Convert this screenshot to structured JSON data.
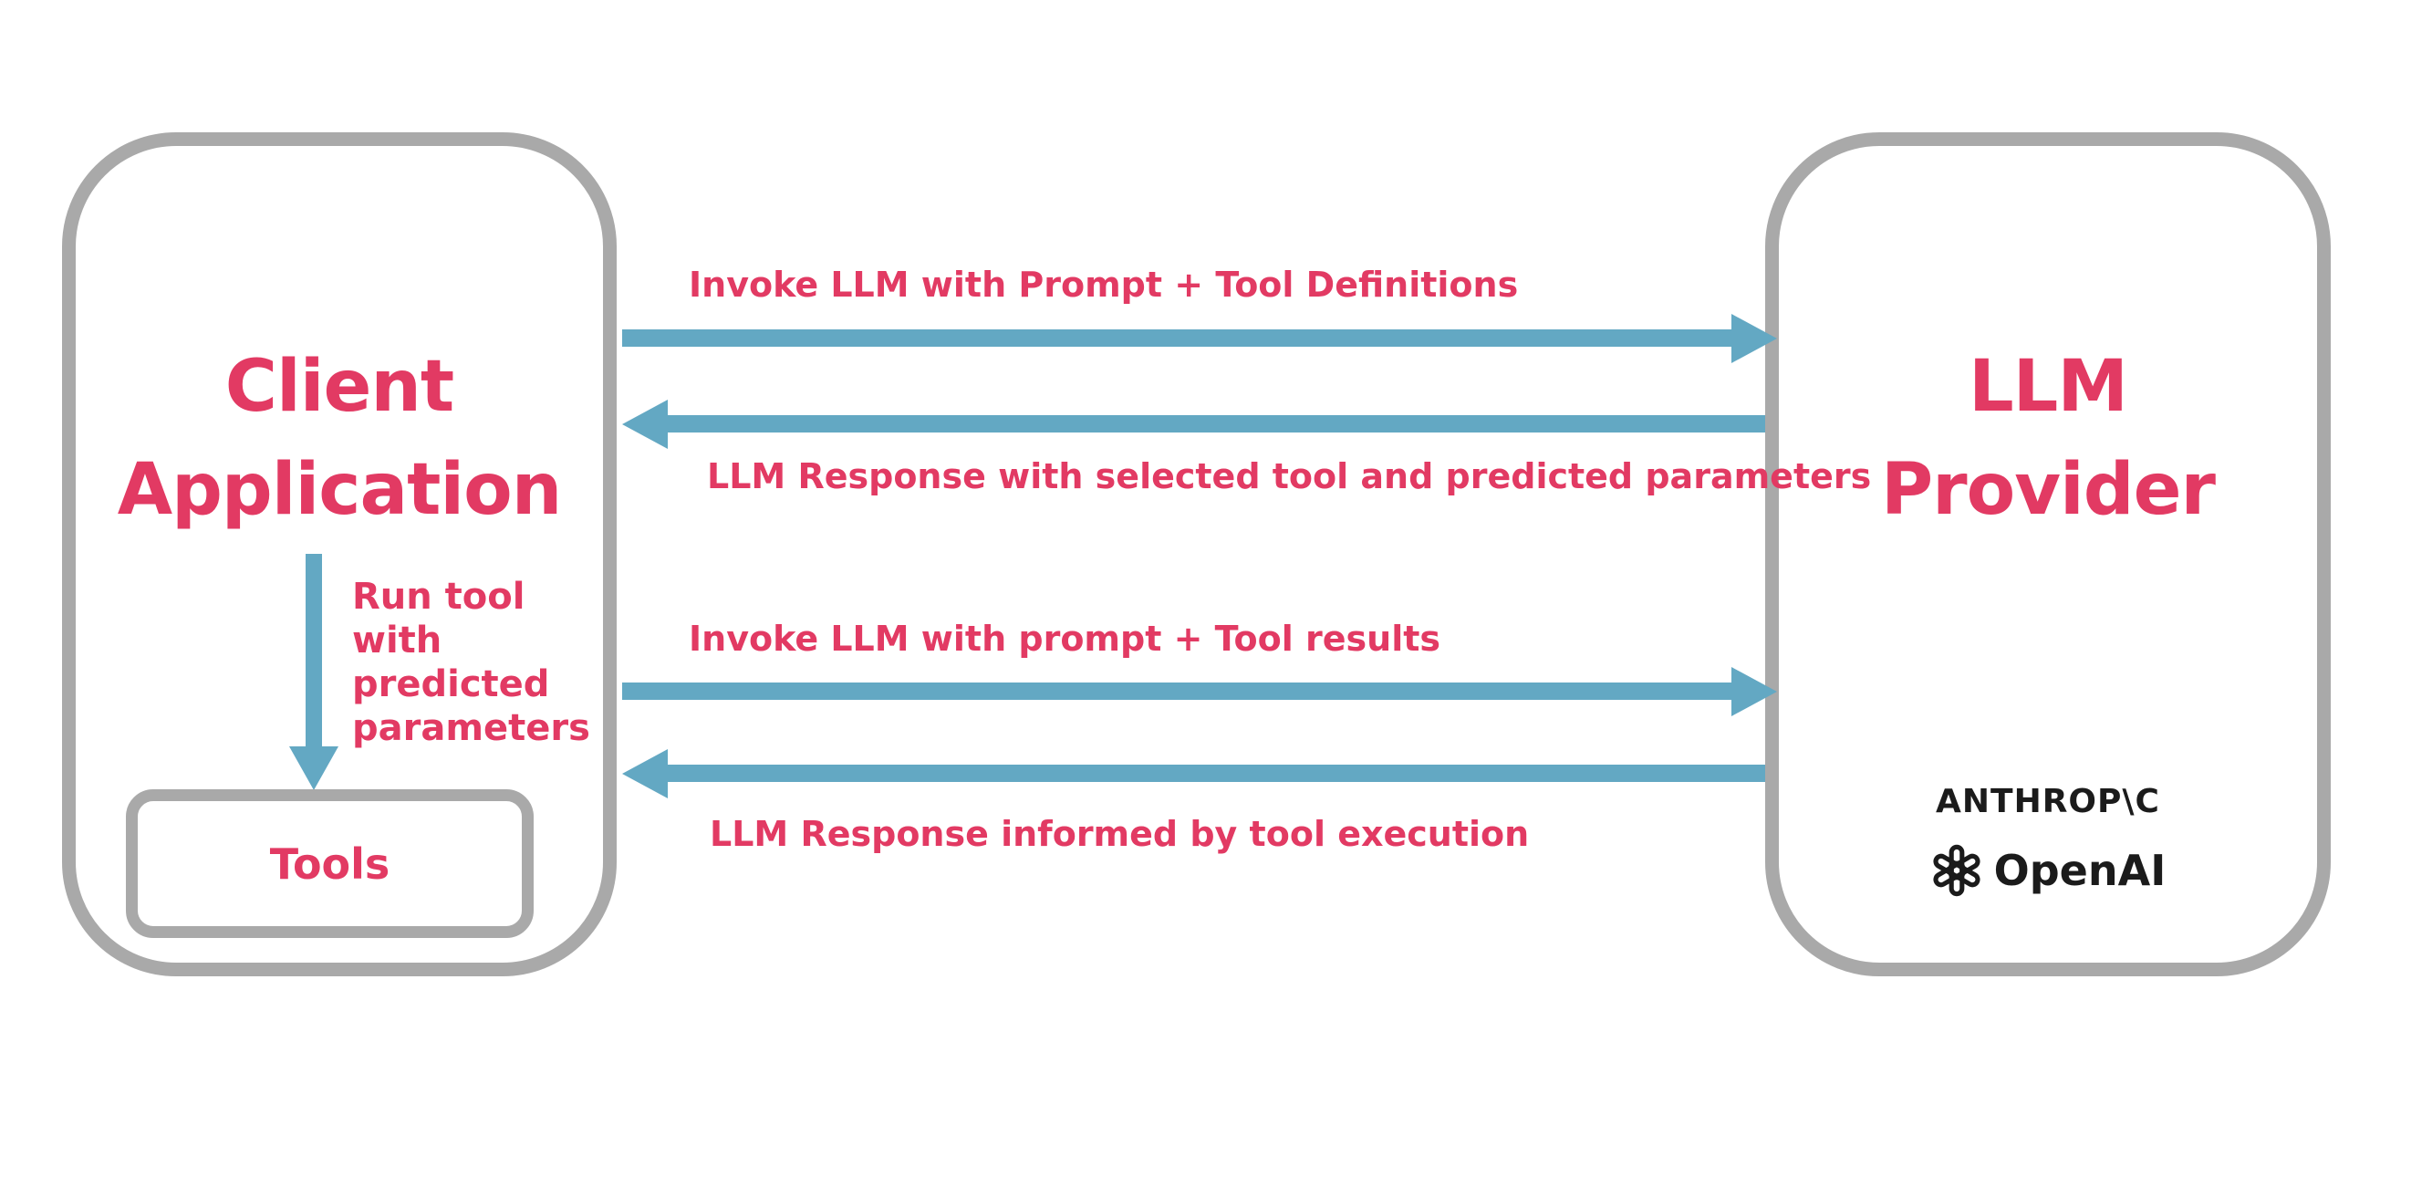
{
  "diagram": {
    "client_box": {
      "title_line1": "Client",
      "title_line2": "Application",
      "tools_label": "Tools",
      "run_tool_label": "Run tool with predicted parameters"
    },
    "llm_box": {
      "title_line1": "LLM",
      "title_line2": "Provider",
      "anthropic_logo_text": "ANTHROP\\C",
      "openai_logo_text": "OpenAI"
    },
    "arrows": [
      {
        "direction": "right",
        "label": "Invoke LLM with Prompt + Tool Definitions"
      },
      {
        "direction": "left",
        "label": "LLM Response with selected tool and predicted parameters"
      },
      {
        "direction": "right",
        "label": "Invoke LLM with prompt + Tool results"
      },
      {
        "direction": "left",
        "label": "LLM Response informed by tool execution"
      }
    ],
    "colors": {
      "accent_pink": "#E23A63",
      "arrow_blue": "#63A8C3",
      "border_gray": "#A9A9A9",
      "logo_black": "#1B1B1B"
    }
  }
}
